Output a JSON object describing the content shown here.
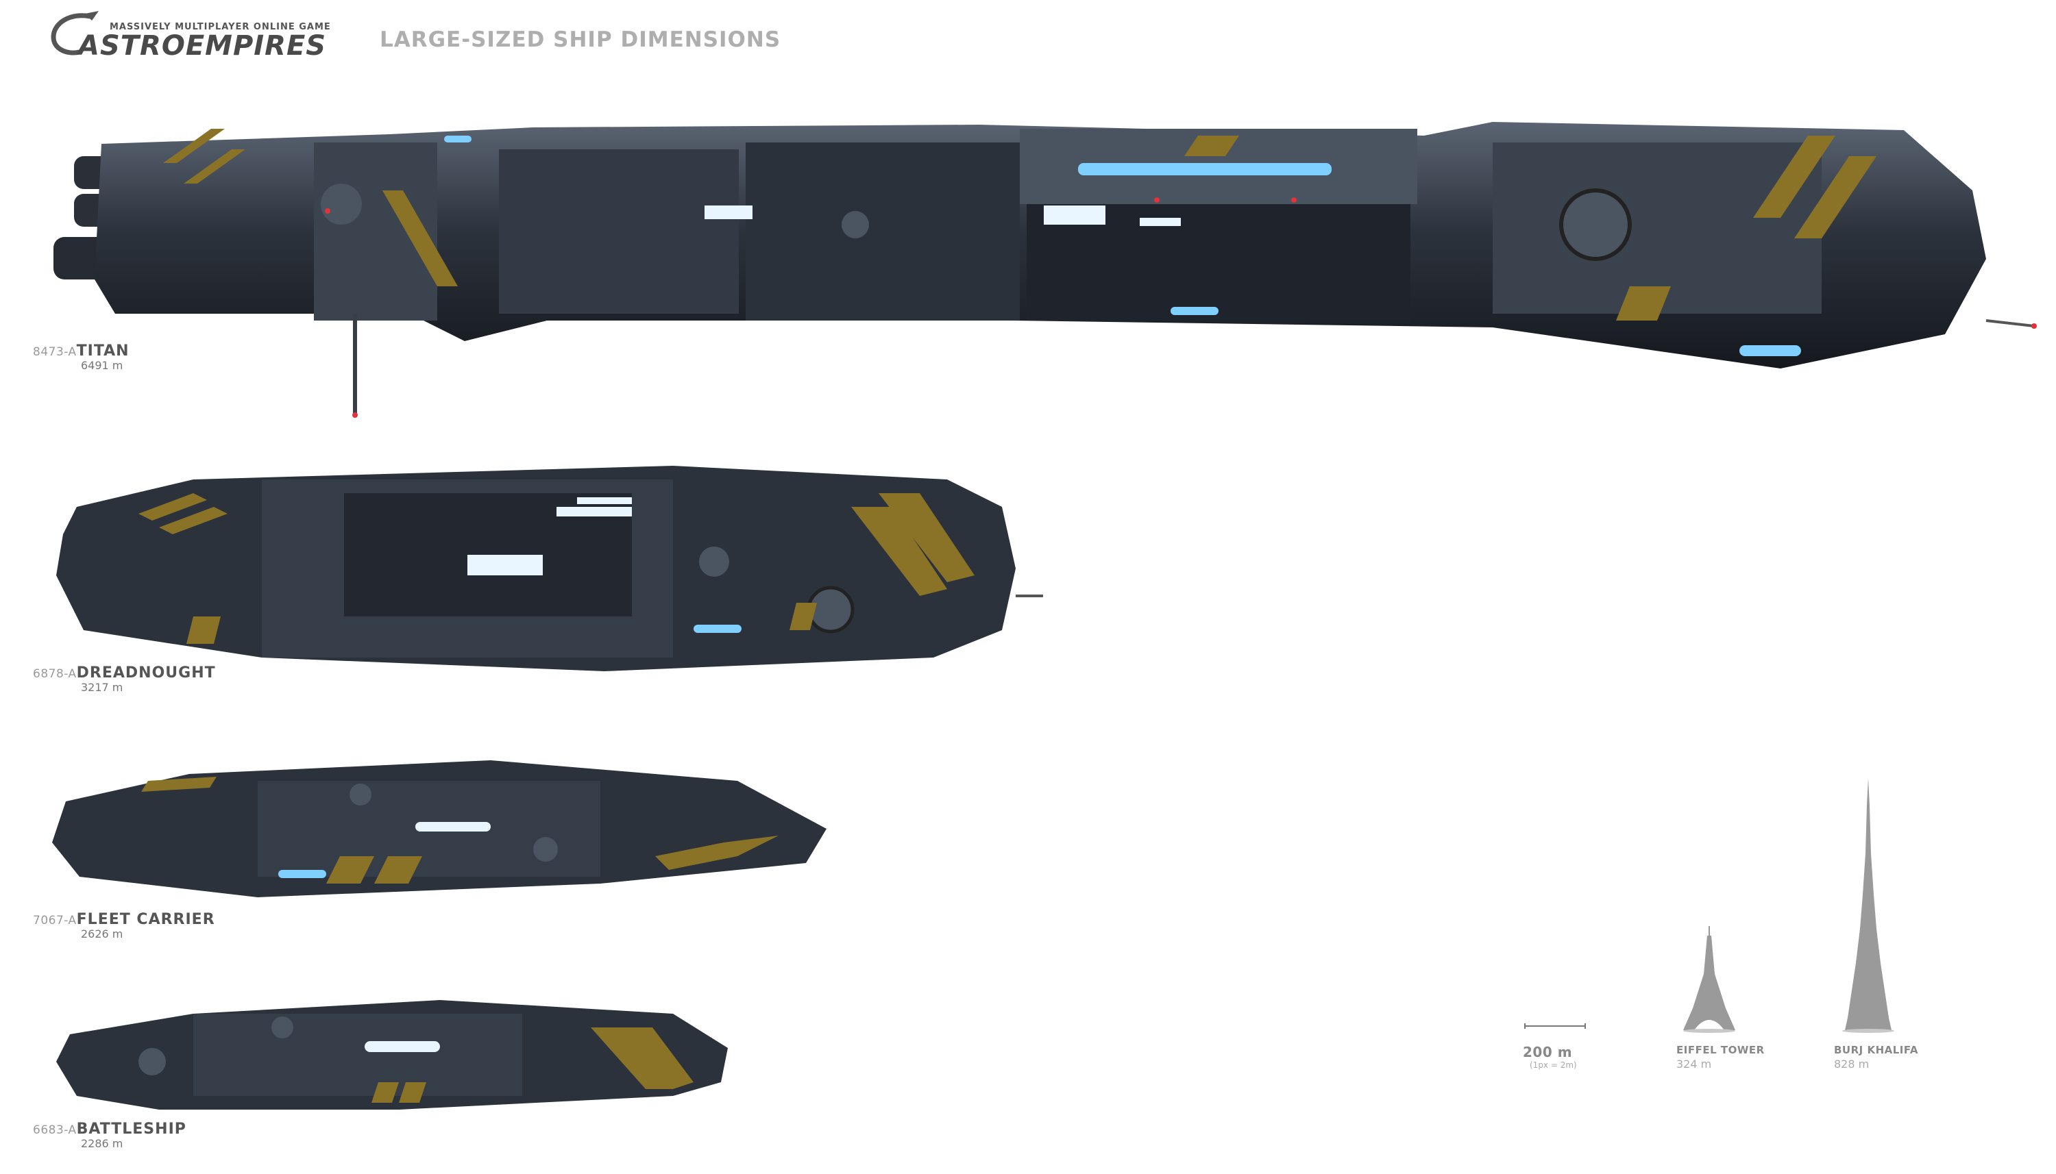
{
  "header": {
    "logo_subtitle": "MASSIVELY MULTIPLAYER ONLINE GAME",
    "logo_name": "ASTROEMPIRES",
    "page_title": "LARGE-SIZED SHIP DIMENSIONS"
  },
  "ships": [
    {
      "code": "8473-A",
      "name": "TITAN",
      "length": "6491 m"
    },
    {
      "code": "6878-A",
      "name": "DREADNOUGHT",
      "length": "3217 m"
    },
    {
      "code": "7067-A",
      "name": "FLEET CARRIER",
      "length": "2626 m"
    },
    {
      "code": "6683-A",
      "name": "BATTLESHIP",
      "length": "2286 m"
    }
  ],
  "scale": {
    "label": "200 m",
    "note": "(1px = 2m)"
  },
  "landmarks": [
    {
      "name": "EIFFEL TOWER",
      "height": "324 m"
    },
    {
      "name": "BURJ KHALIFA",
      "height": "828 m"
    }
  ],
  "colors": {
    "hull_dark": "#1d2129",
    "hull_mid": "#3a4350",
    "hull_light": "#6b7686",
    "stripe_gold": "#8a7326",
    "glow_blue": "#7fd0ff",
    "light_red": "#e0333a",
    "landmark_gray": "#9a9a9a"
  }
}
